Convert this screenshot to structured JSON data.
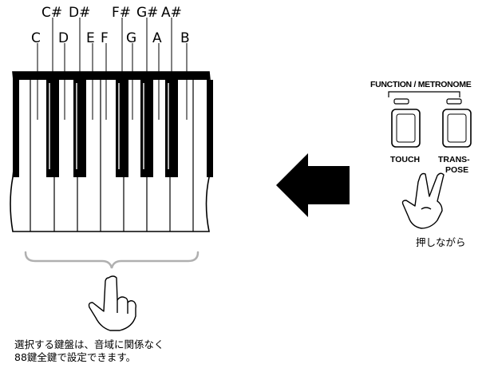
{
  "notes": {
    "white": [
      "C",
      "D",
      "E",
      "F",
      "G",
      "A",
      "B"
    ],
    "black": [
      "C#",
      "D#",
      "F#",
      "G#",
      "A#"
    ]
  },
  "panel": {
    "header": "FUNCTION / METRONOME",
    "touch_label": "TOUCH",
    "transpose_label_line1": "TRANS-",
    "transpose_label_line2": "POSE",
    "hold_caption": "押しながら"
  },
  "caption": {
    "line1": "選択する鍵盤は、音域に関係なく",
    "line2": "88鍵全鍵で設定できます。"
  },
  "icons": [
    "arrow-left-icon",
    "two-finger-hand-icon",
    "pointing-hand-icon",
    "brace-icon"
  ]
}
